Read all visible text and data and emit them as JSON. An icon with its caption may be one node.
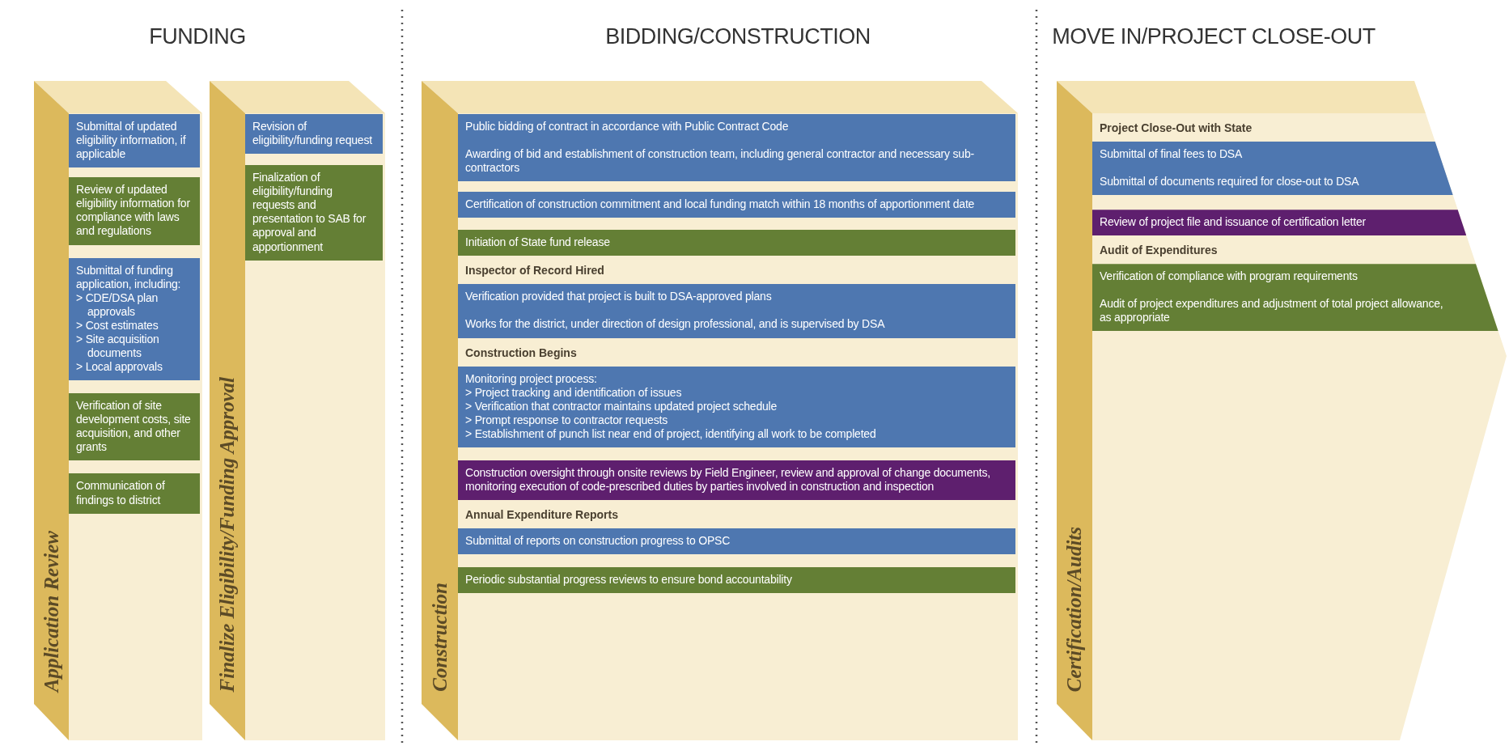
{
  "diagram": {
    "nodes": [
      {
        "text": [
          "Application Review"
        ]
      },
      {
        "text": [
          "Submittal of updated eligibility information, if applicable"
        ],
        "in": 0
      },
      {
        "text": [
          "Review of updated eligibility information for compliance with laws and regulations"
        ],
        "in": 0
      },
      {
        "text": [
          "Submittal of funding application, including:",
          "> CDE/DSA plan approvals",
          "> Cost estimates",
          "> Site acquisition documents",
          "> Local approvals"
        ],
        "in": 0
      },
      {
        "text": [
          "Verification of site development costs, site acquisition, and other grants"
        ],
        "in": 0
      },
      {
        "text": [
          "Communication of findings to district"
        ],
        "in": 0
      },
      {
        "text": [
          "Finalize Eligibility/Funding Approval"
        ]
      },
      {
        "text": [
          "Revision of eligibility/funding request"
        ],
        "in": 6
      },
      {
        "text": [
          "Finalization of eligibility/funding requests and presentation to SAB for approval and apportionment"
        ],
        "in": 6
      },
      {
        "text": [
          "Construction",
          "Inspector of Record Hired",
          "Construction Begins",
          "Annual Expenditure Reports"
        ]
      },
      {
        "text": [
          "Public bidding of contract in accordance with Public Contract Code",
          "Awarding of bid and establishment of construction team, including general contractor and necessary sub-contractors"
        ],
        "in": 9
      },
      {
        "text": [
          "Certification of construction commitment and local funding match within 18 months of apportionment date"
        ],
        "in": 9
      },
      {
        "text": [
          "Initiation of State fund release"
        ],
        "in": 9
      },
      {
        "text": [
          "Verification provided that project is built to DSA-approved plans",
          "Works for the district, under direction of design professional, and is supervised by DSA"
        ],
        "in": 9
      },
      {
        "text": [
          "Monitoring project process:",
          "> Project tracking and identification of issues",
          "> Verification that contractor maintains updated project schedule",
          "> Prompt response to contractor requests",
          "> Establishment of punch list near end of project, identifying all work to be completed"
        ],
        "in": 9
      },
      {
        "text": [
          "Construction oversight through onsite reviews by Field Engineer, review and approval of change documents, monitoring execution of code-prescribed duties by parties involved in construction and inspection"
        ],
        "in": 9
      },
      {
        "text": [
          "Submittal of reports on construction progress to OPSC"
        ],
        "in": 9
      },
      {
        "text": [
          "Periodic substantial progress reviews to ensure bond accountability"
        ],
        "in": 9
      },
      {
        "text": [
          "Certification/Audits",
          "Project Close-Out with State",
          "Audit of Expenditures"
        ]
      },
      {
        "text": [
          "Submittal of final fees to DSA",
          "Submittal of documents required for close-out to DSA"
        ],
        "in": 18
      },
      {
        "text": [
          "Review of project file and issuance of certification letter"
        ],
        "in": 18
      },
      {
        "text": [
          "Verification of compliance with program requirements",
          "Audit of project expenditures and adjustment of total project allowance, as appropriate"
        ],
        "in": 18
      }
    ],
    "labels": [
      "FUNDING",
      "BIDDING/CONSTRUCTION",
      "MOVE IN/PROJECT CLOSE-OUT"
    ]
  }
}
